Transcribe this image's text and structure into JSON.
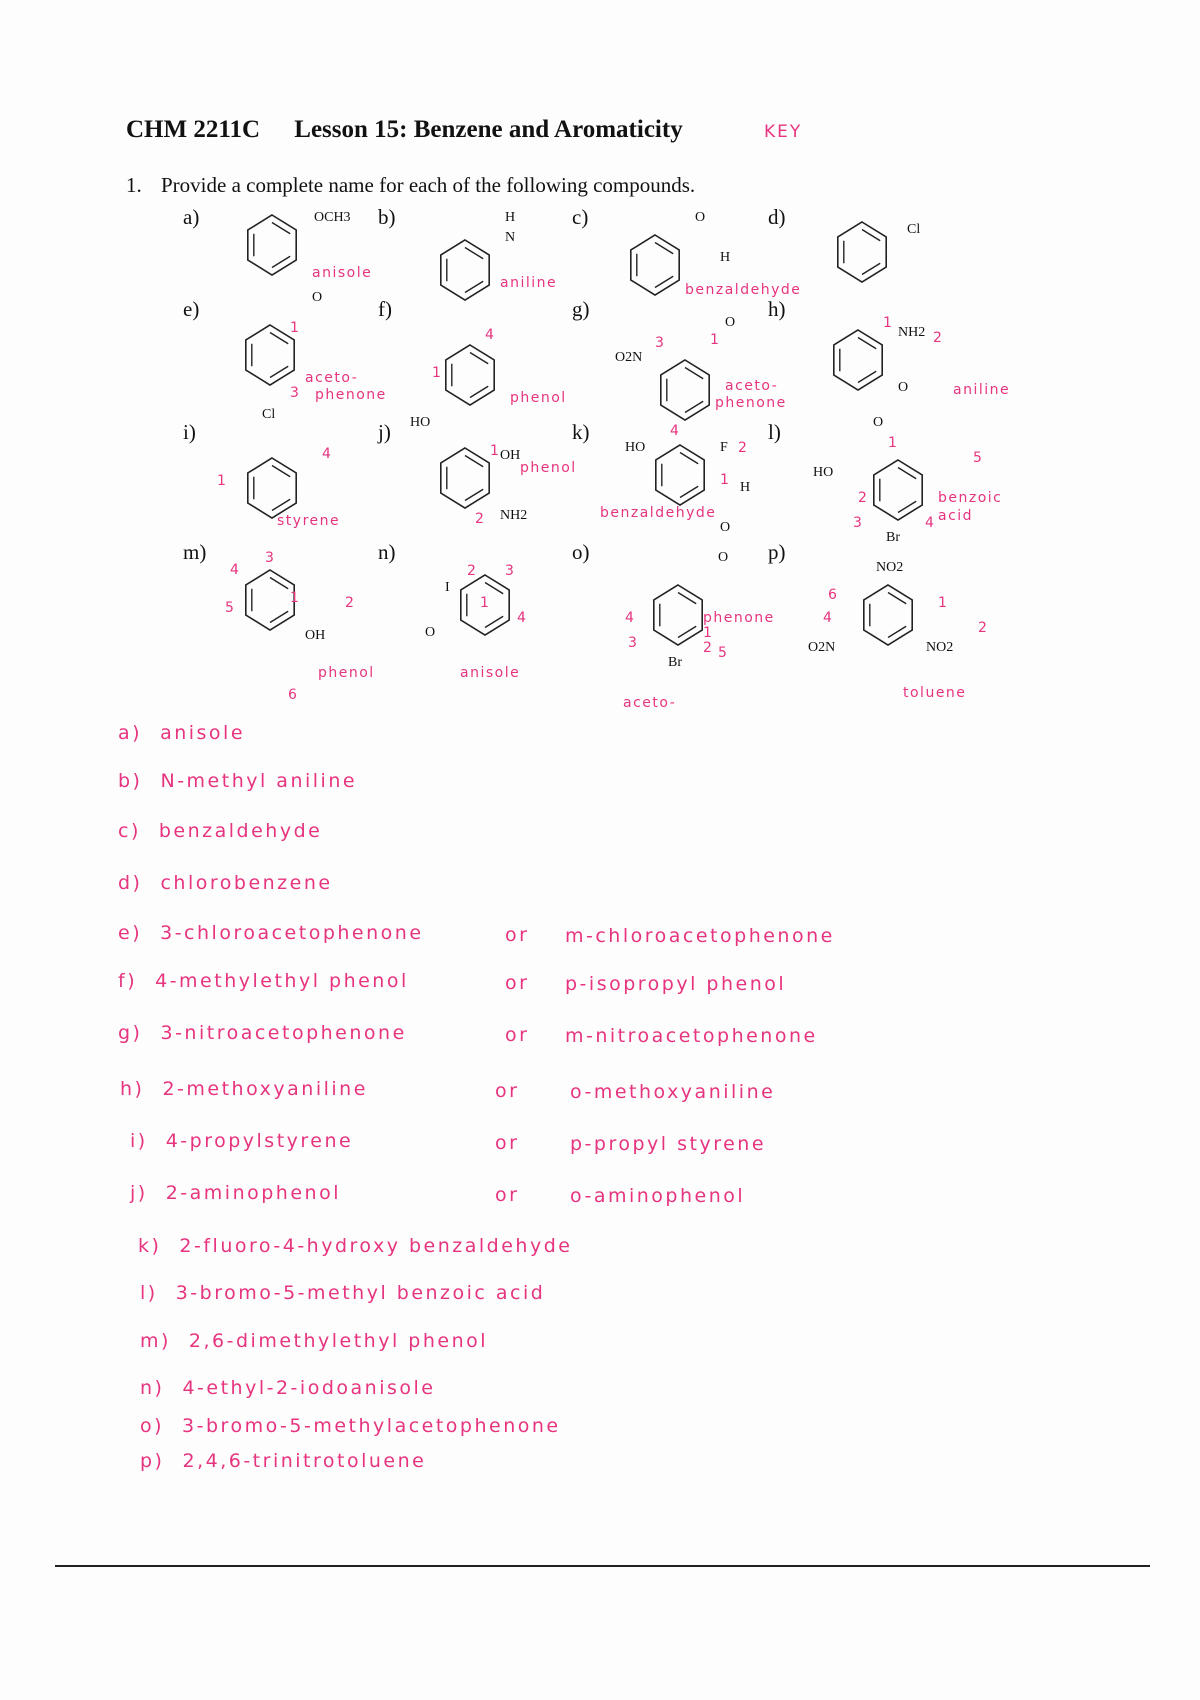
{
  "header": {
    "course": "CHM 2211C",
    "lesson": "Lesson 15: Benzene and Aromaticity",
    "key": "KEY"
  },
  "question": {
    "number": "1.",
    "text": "Provide a complete name for each of the following compounds."
  },
  "compounds": [
    {
      "label": "a)",
      "groups": [
        "OCH3"
      ],
      "notes": [
        "anisole"
      ]
    },
    {
      "label": "b)",
      "groups": [
        "H",
        "N"
      ],
      "notes": [
        "aniline"
      ]
    },
    {
      "label": "c)",
      "groups": [
        "O",
        "H"
      ],
      "notes": [
        "benzaldehyde"
      ]
    },
    {
      "label": "d)",
      "groups": [
        "Cl"
      ],
      "notes": []
    },
    {
      "label": "e)",
      "groups": [
        "O",
        "Cl"
      ],
      "notes": [
        "aceto-",
        "phenone",
        "1",
        "3"
      ]
    },
    {
      "label": "f)",
      "groups": [
        "HO"
      ],
      "notes": [
        "phenol",
        "1",
        "4"
      ]
    },
    {
      "label": "g)",
      "groups": [
        "O2N",
        "O"
      ],
      "notes": [
        "aceto-",
        "phenone",
        "3",
        "1"
      ]
    },
    {
      "label": "h)",
      "groups": [
        "NH2",
        "O"
      ],
      "notes": [
        "aniline",
        "1",
        "2"
      ]
    },
    {
      "label": "i)",
      "groups": [],
      "notes": [
        "styrene",
        "1",
        "4"
      ]
    },
    {
      "label": "j)",
      "groups": [
        "OH",
        "NH2"
      ],
      "notes": [
        "phenol",
        "1",
        "2"
      ]
    },
    {
      "label": "k)",
      "groups": [
        "HO",
        "F",
        "H",
        "O"
      ],
      "notes": [
        "benzaldehyde",
        "4",
        "2",
        "1"
      ]
    },
    {
      "label": "l)",
      "groups": [
        "O",
        "HO",
        "Br"
      ],
      "notes": [
        "benzoic",
        "acid",
        "1",
        "2",
        "3",
        "4",
        "5"
      ]
    },
    {
      "label": "m)",
      "groups": [
        "OH"
      ],
      "notes": [
        "phenol",
        "1",
        "2",
        "3",
        "4",
        "5",
        "6"
      ]
    },
    {
      "label": "n)",
      "groups": [
        "I",
        "O"
      ],
      "notes": [
        "anisole",
        "1",
        "2",
        "3",
        "4"
      ]
    },
    {
      "label": "o)",
      "groups": [
        "O",
        "Br"
      ],
      "notes": [
        "aceto-",
        "phenone",
        "1",
        "2",
        "3",
        "4",
        "5"
      ]
    },
    {
      "label": "p)",
      "groups": [
        "NO2",
        "O2N",
        "NO2"
      ],
      "notes": [
        "toluene",
        "1",
        "2",
        "4",
        "6"
      ]
    }
  ],
  "answers": [
    {
      "label": "a)",
      "name": "anisole"
    },
    {
      "label": "b)",
      "name": "N-methyl aniline"
    },
    {
      "label": "c)",
      "name": "benzaldehyde"
    },
    {
      "label": "d)",
      "name": "chlorobenzene"
    },
    {
      "label": "e)",
      "name": "3-chloroacetophenone",
      "or": "or",
      "alt": "m-chloroacetophenone"
    },
    {
      "label": "f)",
      "name": "4-methylethyl phenol",
      "or": "or",
      "alt": "p-isopropyl phenol"
    },
    {
      "label": "g)",
      "name": "3-nitroacetophenone",
      "or": "or",
      "alt": "m-nitroacetophenone"
    },
    {
      "label": "h)",
      "name": "2-methoxyaniline",
      "or": "or",
      "alt": "o-methoxyaniline"
    },
    {
      "label": "i)",
      "name": "4-propylstyrene",
      "or": "or",
      "alt": "p-propyl styrene"
    },
    {
      "label": "j)",
      "name": "2-aminophenol",
      "or": "or",
      "alt": "o-aminophenol"
    },
    {
      "label": "k)",
      "name": "2-fluoro-4-hydroxy benzaldehyde"
    },
    {
      "label": "l)",
      "name": "3-bromo-5-methyl benzoic acid"
    },
    {
      "label": "m)",
      "name": "2,6-dimethylethyl phenol"
    },
    {
      "label": "n)",
      "name": "4-ethyl-2-iodoanisole"
    },
    {
      "label": "o)",
      "name": "3-bromo-5-methylacetophenone"
    },
    {
      "label": "p)",
      "name": "2,4,6-trinitrotoluene"
    }
  ]
}
